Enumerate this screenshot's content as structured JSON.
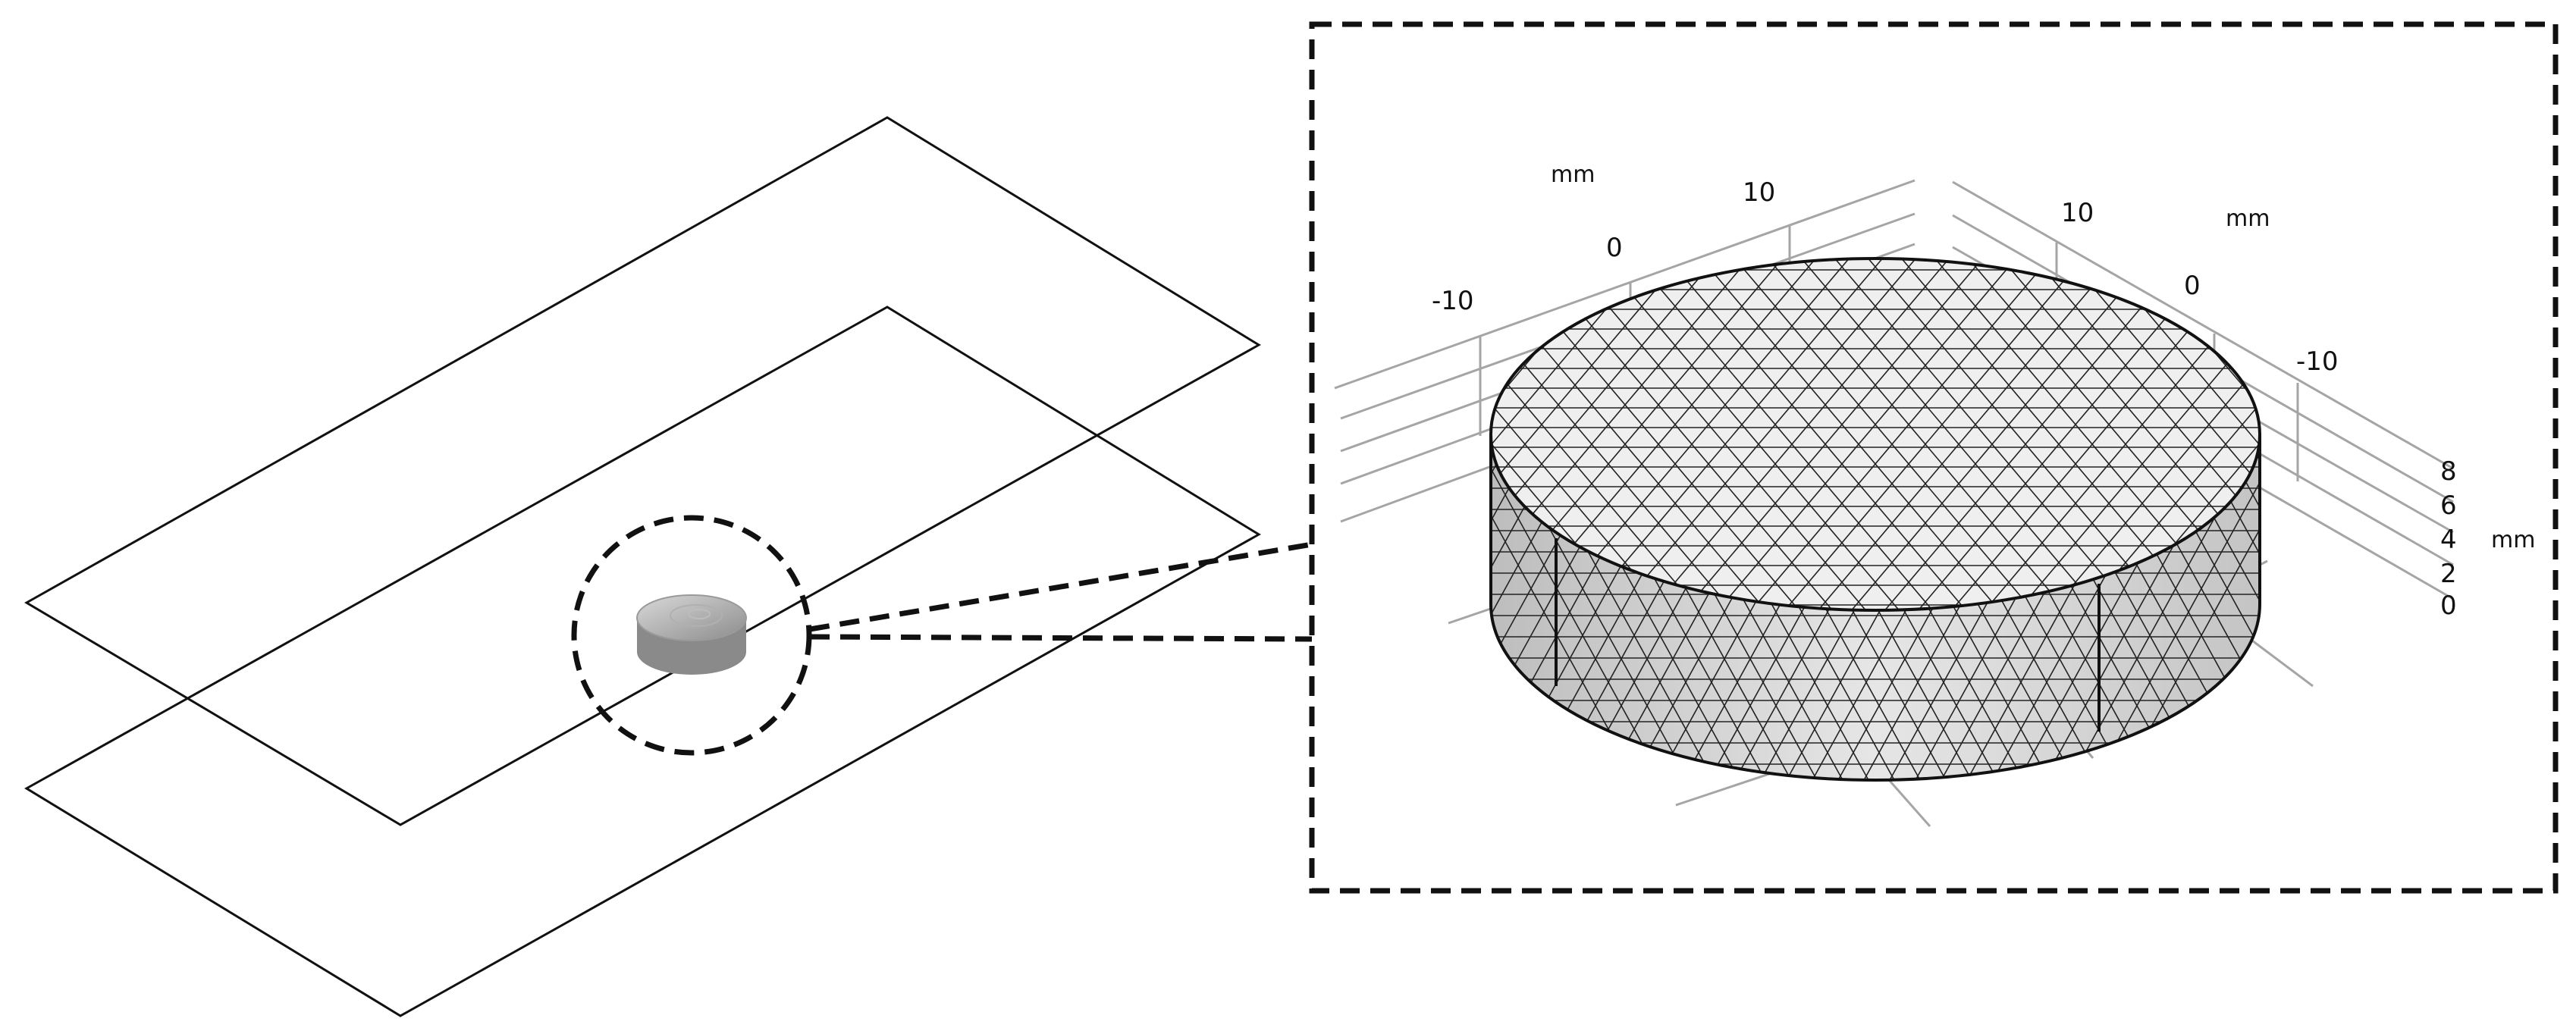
{
  "figure": {
    "y_axis": {
      "unit": "mm",
      "ticks": [
        "-10",
        "0",
        "10"
      ]
    },
    "x_axis": {
      "unit": "mm",
      "ticks": [
        "10",
        "0",
        "-10"
      ]
    },
    "z_axis": {
      "unit": "mm",
      "ticks": [
        "8",
        "6",
        "4",
        "2",
        "0"
      ]
    }
  },
  "colors": {
    "line": "#111111",
    "grid": "#9a9a9a",
    "disk_top": "#eeeeee",
    "disk_side": "#d6d6d6",
    "mesh": "#222222"
  }
}
